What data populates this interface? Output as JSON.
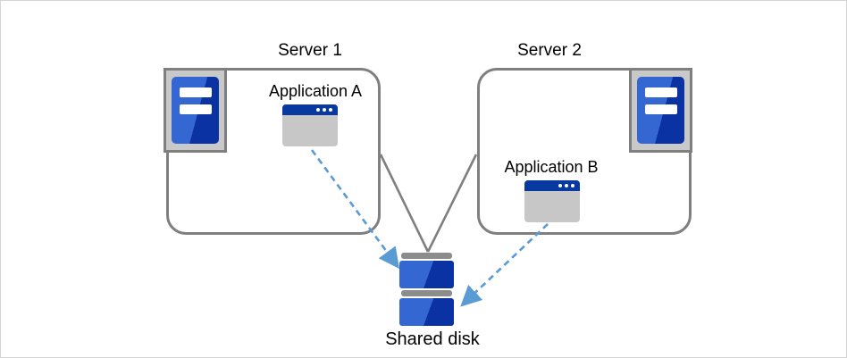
{
  "colors": {
    "canvas-border": "#d4d4d4",
    "line-gray": "#7f7f7f",
    "frame-gray": "#c9c9c9",
    "app-body-gray": "#c7c7c7",
    "disk-bar-gray": "#8c8c8c",
    "icon-blue-light": "#3467d2",
    "icon-blue-dark": "#0a32a2",
    "titlebar-blue": "#0839a0",
    "arrow-blue": "#5b9bd5",
    "text-black": "#000000"
  },
  "diagram": {
    "server1": {
      "label": "Server 1",
      "icon": "server-tower-icon",
      "application": {
        "label": "Application A",
        "icon": "app-window-icon"
      }
    },
    "server2": {
      "label": "Server 2",
      "icon": "server-tower-icon",
      "application": {
        "label": "Application B",
        "icon": "app-window-icon"
      }
    },
    "shared_disk": {
      "label": "Shared disk",
      "icon": "disk-stack-icon"
    },
    "connections": [
      {
        "from": "Server 1",
        "to": "Shared disk",
        "style": "solid-gray-line"
      },
      {
        "from": "Server 2",
        "to": "Shared disk",
        "style": "solid-gray-line"
      },
      {
        "from": "Application A",
        "to": "Shared disk",
        "style": "dashed-blue-arrow"
      },
      {
        "from": "Application B",
        "to": "Shared disk",
        "style": "dashed-blue-arrow"
      }
    ]
  }
}
